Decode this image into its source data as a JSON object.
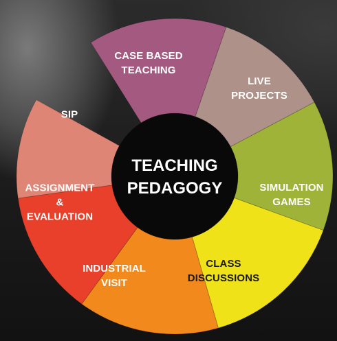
{
  "diagram": {
    "center": {
      "line1": "TEACHING",
      "line2": "PEDAGOGY"
    },
    "segments": [
      {
        "label": "CASE BASED\nTEACHING",
        "color": "#a45a80"
      },
      {
        "label": "LIVE\nPROJECTS",
        "color": "#ae9188"
      },
      {
        "label": "SIMULATION\nGAMES",
        "color": "#9fb338"
      },
      {
        "label": "CLASS\nDISCUSSIONS",
        "color": "#f0e219"
      },
      {
        "label": "INDUSTRIAL\nVISIT",
        "color": "#f2891c"
      },
      {
        "label": "ASSIGNMENT\n&\nEVALUATION",
        "color": "#e8402a"
      },
      {
        "label": "SIP",
        "color": "#de8575"
      }
    ]
  }
}
